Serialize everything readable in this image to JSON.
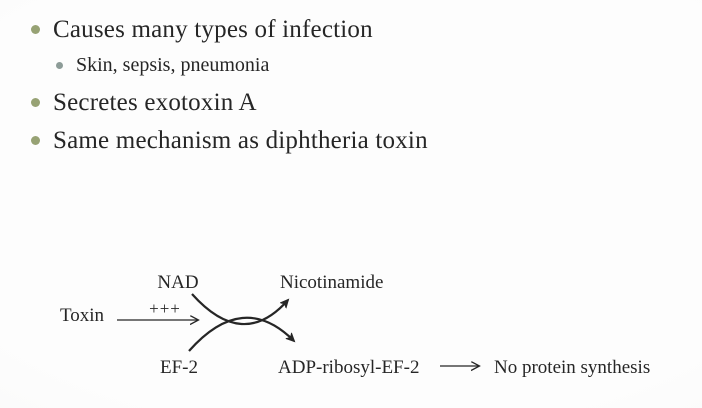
{
  "slide": {
    "bullets": [
      {
        "level": 1,
        "label": "Causes many types of infection"
      },
      {
        "level": 2,
        "label": "Skin, sepsis, pneumonia"
      },
      {
        "level": 1,
        "label": "Secretes exotoxin A"
      },
      {
        "level": 1,
        "label": "Same mechanism as diphtheria toxin"
      }
    ],
    "colors": {
      "background": "#fcfcfc",
      "text": "#262626",
      "bullet_level1": "#97a274",
      "bullet_level2": "#8d9c98"
    }
  },
  "diagram": {
    "toxin_label": "Toxin",
    "catalysis_label": "+++",
    "substrate_top": "NAD",
    "product_top": "Nicotinamide",
    "substrate_bottom": "EF-2",
    "product_bottom": "ADP-ribosyl-EF-2",
    "result_label": "No protein synthesis"
  }
}
